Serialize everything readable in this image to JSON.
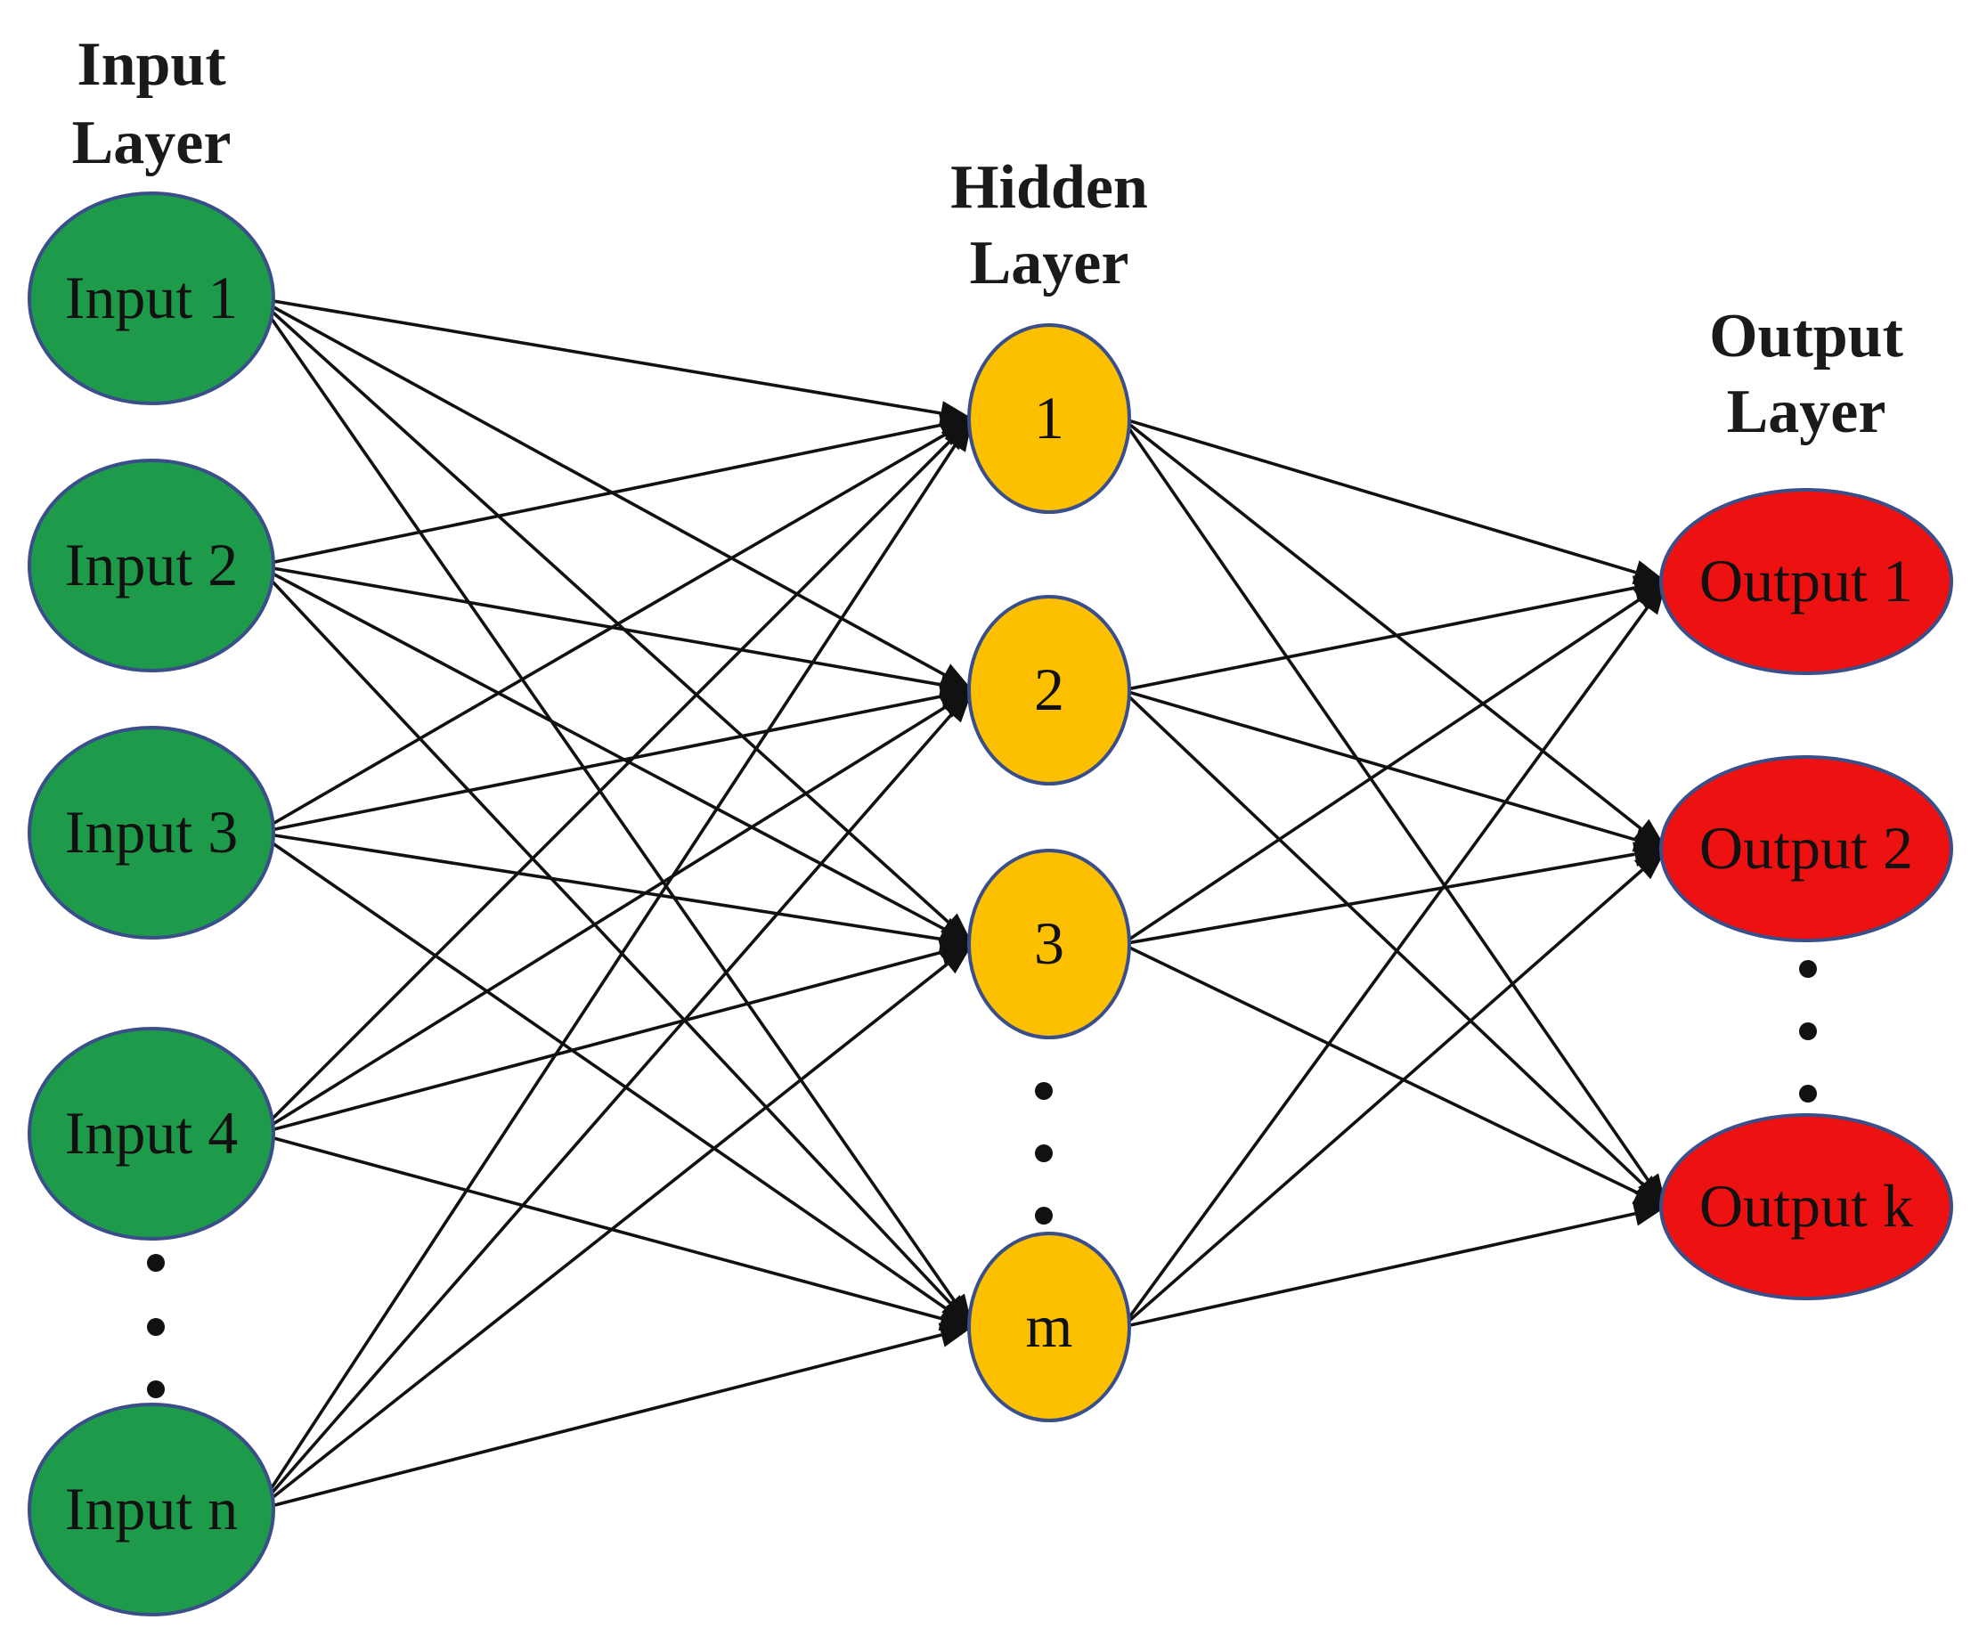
{
  "layers": {
    "input": {
      "title_line1": "Input",
      "title_line2": "Layer",
      "color": "#1e9b4a",
      "nodes": [
        "Input 1",
        "Input 2",
        "Input 3",
        "Input 4",
        "Input n"
      ]
    },
    "hidden": {
      "title_line1": "Hidden",
      "title_line2": "Layer",
      "color": "#fcc000",
      "nodes": [
        "1",
        "2",
        "3",
        "m"
      ]
    },
    "output": {
      "title_line1": "Output",
      "title_line2": "Layer",
      "color": "#ee1111",
      "nodes": [
        "Output 1",
        "Output 2",
        "Output k"
      ]
    }
  },
  "edge_color": "#111111",
  "connectivity": "fully-connected"
}
